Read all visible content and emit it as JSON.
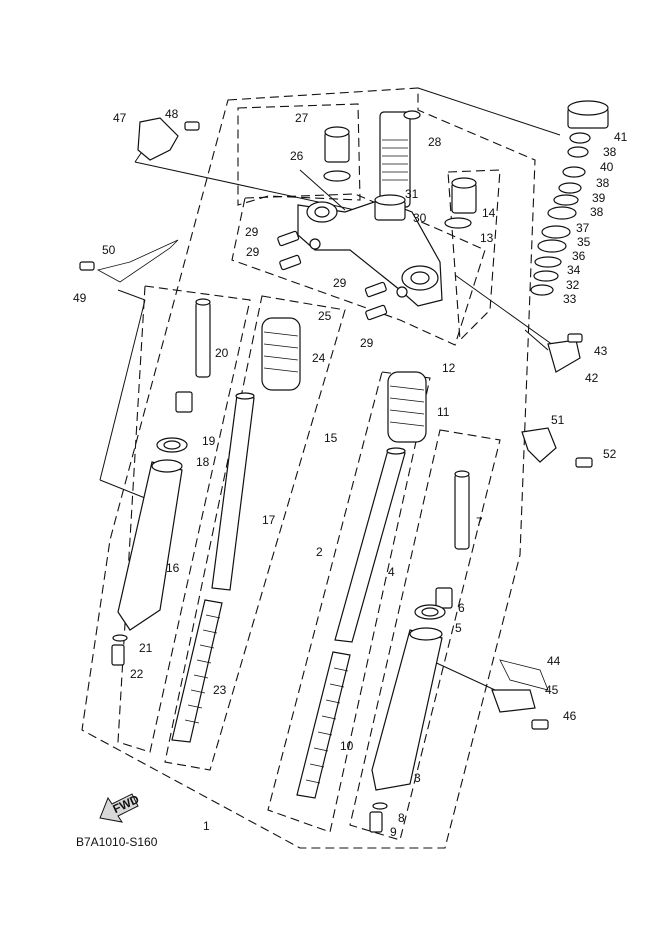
{
  "diagram": {
    "code": "B7A1010-S160",
    "fwd_label": "FWD",
    "callouts": [
      "1",
      "2",
      "3",
      "4",
      "5",
      "6",
      "7",
      "8",
      "9",
      "10",
      "11",
      "12",
      "13",
      "14",
      "15",
      "16",
      "17",
      "18",
      "19",
      "20",
      "21",
      "22",
      "23",
      "24",
      "25",
      "26",
      "27",
      "28",
      "29",
      "29",
      "29",
      "29",
      "30",
      "31",
      "32",
      "33",
      "34",
      "35",
      "36",
      "37",
      "38",
      "38",
      "38",
      "39",
      "40",
      "41",
      "42",
      "43",
      "44",
      "45",
      "46",
      "47",
      "48",
      "49",
      "50",
      "51",
      "52"
    ]
  }
}
